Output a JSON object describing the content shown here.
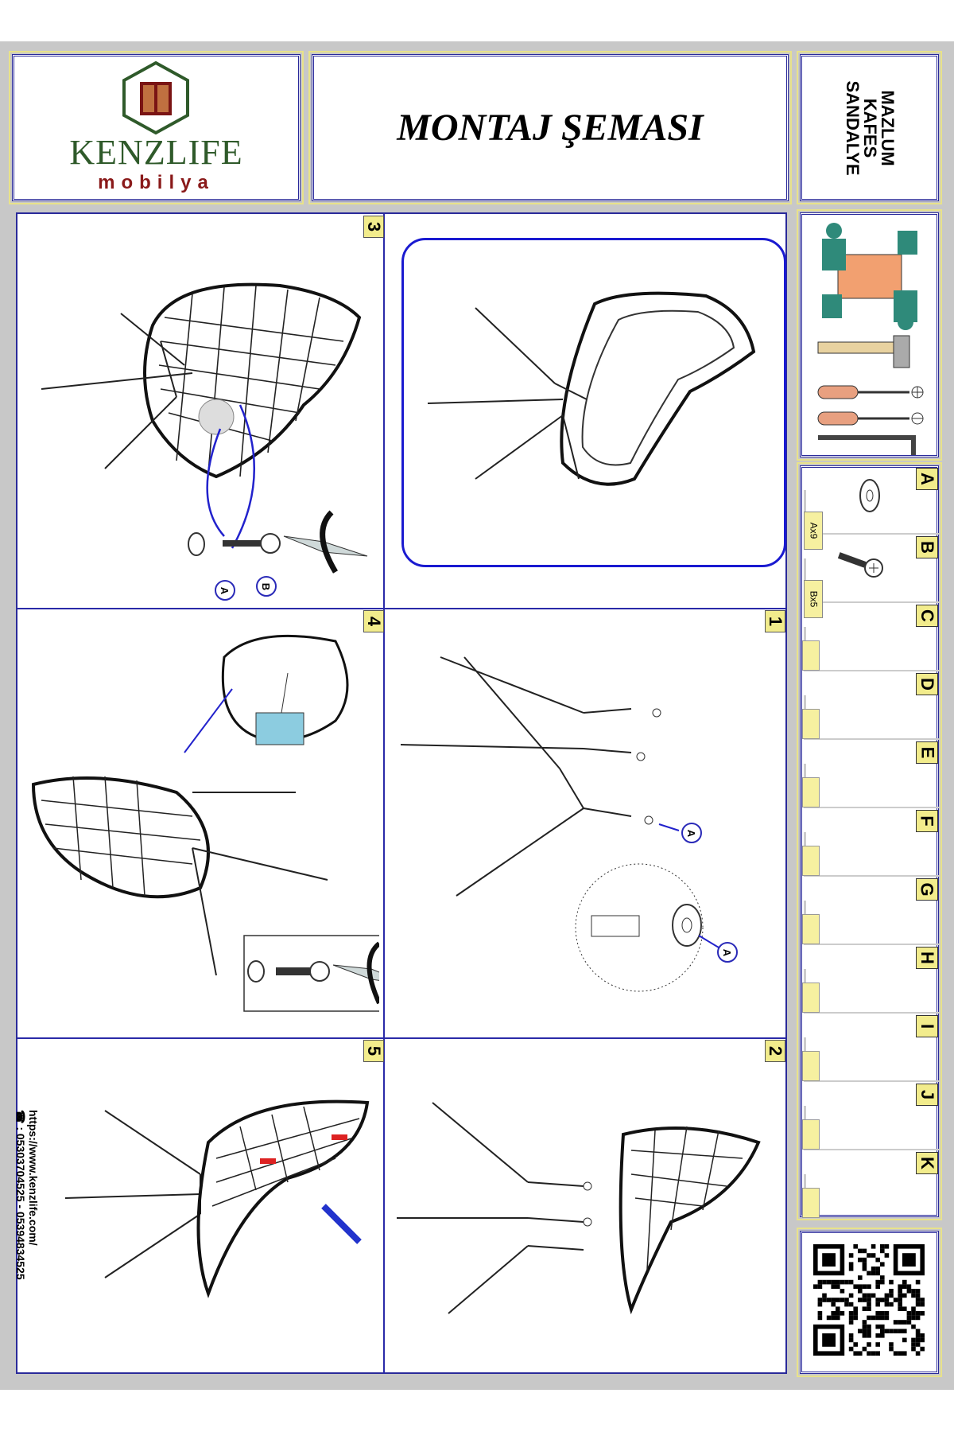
{
  "header": {
    "brand": "KENZLIFE",
    "brand_sub": "mobilya",
    "title": "MONTAJ ŞEMASI",
    "product_line1": "MAZLUM",
    "product_line2": "KAFES",
    "product_line3": "SANDALYE"
  },
  "steps": [
    "1",
    "2",
    "3",
    "4",
    "5"
  ],
  "parts": [
    {
      "letter": "A",
      "qty": "Ax9"
    },
    {
      "letter": "B",
      "qty": "Bx5"
    },
    {
      "letter": "C",
      "qty": ""
    },
    {
      "letter": "D",
      "qty": ""
    },
    {
      "letter": "E",
      "qty": ""
    },
    {
      "letter": "F",
      "qty": ""
    },
    {
      "letter": "G",
      "qty": ""
    },
    {
      "letter": "H",
      "qty": ""
    },
    {
      "letter": "I",
      "qty": ""
    },
    {
      "letter": "J",
      "qty": ""
    },
    {
      "letter": "K",
      "qty": ""
    }
  ],
  "callouts": {
    "a": "A",
    "b": "B"
  },
  "contact": {
    "website": "https://www.kenzlife.com/",
    "phone": ": 05303704525 - 05394834525"
  },
  "colors": {
    "frame": "#2a2a9a",
    "tab": "#f2ec8c",
    "brand_green": "#2f5a2a",
    "brand_red": "#8a1a1a"
  }
}
